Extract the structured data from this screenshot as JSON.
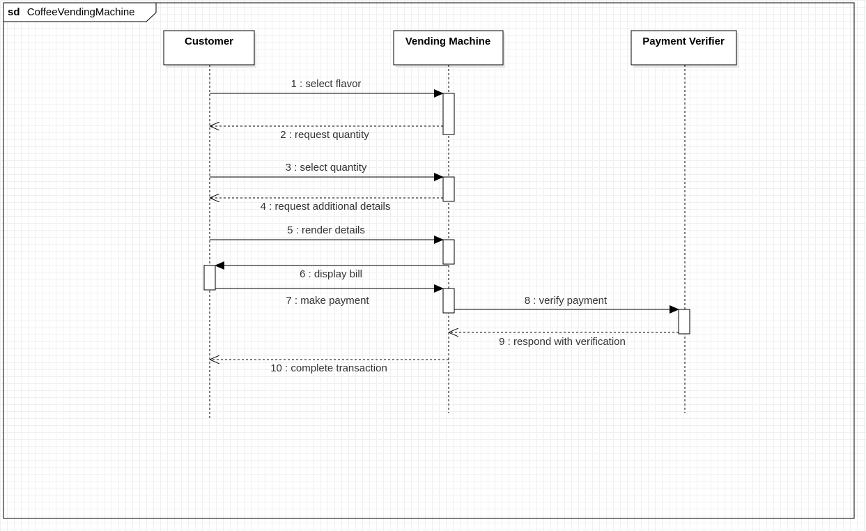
{
  "frame": {
    "keyword": "sd",
    "name": "CoffeeVendingMachine"
  },
  "lifelines": [
    {
      "id": "customer",
      "label": "Customer"
    },
    {
      "id": "vending",
      "label": "Vending Machine"
    },
    {
      "id": "verifier",
      "label": "Payment Verifier"
    }
  ],
  "messages": [
    {
      "label": "1 : select flavor",
      "from": "customer",
      "to": "vending",
      "kind": "sync"
    },
    {
      "label": "2 : request quantity",
      "from": "vending",
      "to": "customer",
      "kind": "return"
    },
    {
      "label": "3 : select quantity",
      "from": "customer",
      "to": "vending",
      "kind": "sync"
    },
    {
      "label": "4 : request additional details",
      "from": "vending",
      "to": "customer",
      "kind": "return"
    },
    {
      "label": "5 : render details",
      "from": "customer",
      "to": "vending",
      "kind": "sync"
    },
    {
      "label": "6 : display bill",
      "from": "vending",
      "to": "customer",
      "kind": "sync"
    },
    {
      "label": "7 : make payment",
      "from": "customer",
      "to": "vending",
      "kind": "sync"
    },
    {
      "label": "8 : verify payment",
      "from": "vending",
      "to": "verifier",
      "kind": "sync"
    },
    {
      "label": "9 : respond with verification",
      "from": "verifier",
      "to": "vending",
      "kind": "return"
    },
    {
      "label": "10 : complete transaction",
      "from": "vending",
      "to": "customer",
      "kind": "return"
    }
  ],
  "colors": {
    "line": "#000000",
    "text": "#333333",
    "box_fill": "#ffffff",
    "shadow": "#e0e0e0"
  }
}
